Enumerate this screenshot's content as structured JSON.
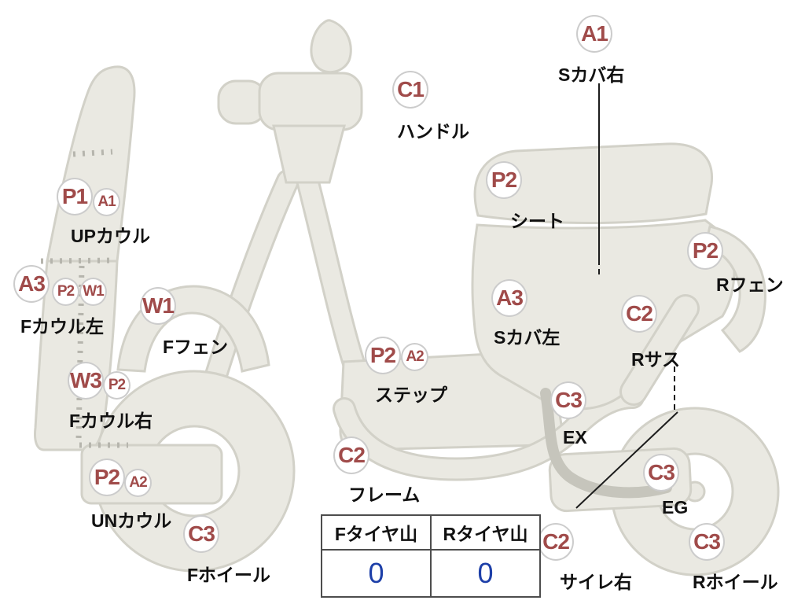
{
  "markers": {
    "handle": {
      "code": "C1",
      "label": "ハンドル"
    },
    "s_cover_right": {
      "code": "A1",
      "label": "Sカバ右"
    },
    "seat": {
      "code": "P2",
      "label": "シート"
    },
    "r_fender": {
      "code": "P2",
      "label": "Rフェン"
    },
    "s_cover_left": {
      "code": "A3",
      "label": "Sカバ左"
    },
    "r_sus": {
      "code": "C2",
      "label": "Rサス"
    },
    "ex": {
      "code": "C3",
      "label": "EX"
    },
    "eg": {
      "code": "C3",
      "label": "EG"
    },
    "r_wheel": {
      "code": "C3",
      "label": "Rホイール"
    },
    "silencer_right": {
      "code": "C2",
      "label": "サイレ右"
    },
    "frame": {
      "code": "C2",
      "label": "フレーム"
    },
    "step": {
      "code": "P2",
      "code2": "A2",
      "label": "ステップ"
    },
    "up_cowl": {
      "code": "P1",
      "code2": "A1",
      "label": "UPカウル"
    },
    "f_cowl_left": {
      "code": "A3",
      "code2": "P2",
      "code3": "W1",
      "label": "Fカウル左"
    },
    "f_fender": {
      "code": "W1",
      "label": "Fフェン"
    },
    "f_cowl_right": {
      "code": "W3",
      "code2": "P2",
      "label": "Fカウル右"
    },
    "un_cowl": {
      "code": "P2",
      "code2": "A2",
      "label": "UNカウル"
    },
    "f_wheel": {
      "code": "C3",
      "label": "Fホイール"
    }
  },
  "tire_table": {
    "headers": [
      "Fタイヤ山",
      "Rタイヤ山"
    ],
    "front_value": "0",
    "rear_value": "0"
  },
  "colors": {
    "code_text": "#a04b4a",
    "badge_border": "#cccccc",
    "label_text": "#111111",
    "tire_value": "#1d3fa8",
    "table_border": "#4d4d4d",
    "body_fill": "#eae9e2",
    "body_stroke": "#d2d1c8"
  }
}
